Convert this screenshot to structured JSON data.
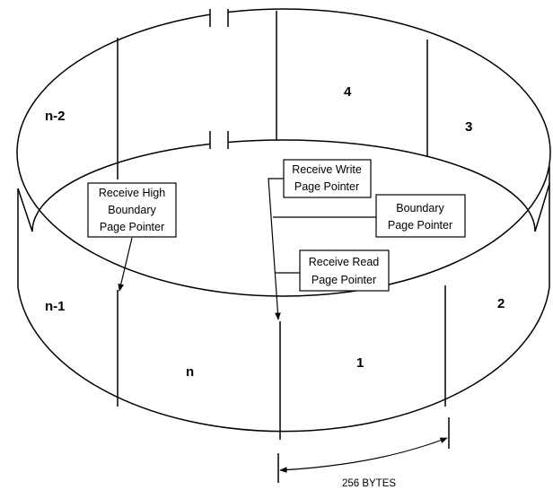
{
  "segments": {
    "n_minus_2": "n-2",
    "four": "4",
    "three": "3",
    "n_minus_1": "n-1",
    "n": "n",
    "one": "1",
    "two": "2"
  },
  "pointers": {
    "receive_high_boundary": [
      "Receive High",
      "Boundary",
      "Page Pointer"
    ],
    "receive_write": [
      "Receive Write",
      "Page Pointer"
    ],
    "boundary": [
      "Boundary",
      "Page Pointer"
    ],
    "receive_read": [
      "Receive Read",
      "Page Pointer"
    ]
  },
  "dimension": {
    "label": "256 BYTES"
  }
}
